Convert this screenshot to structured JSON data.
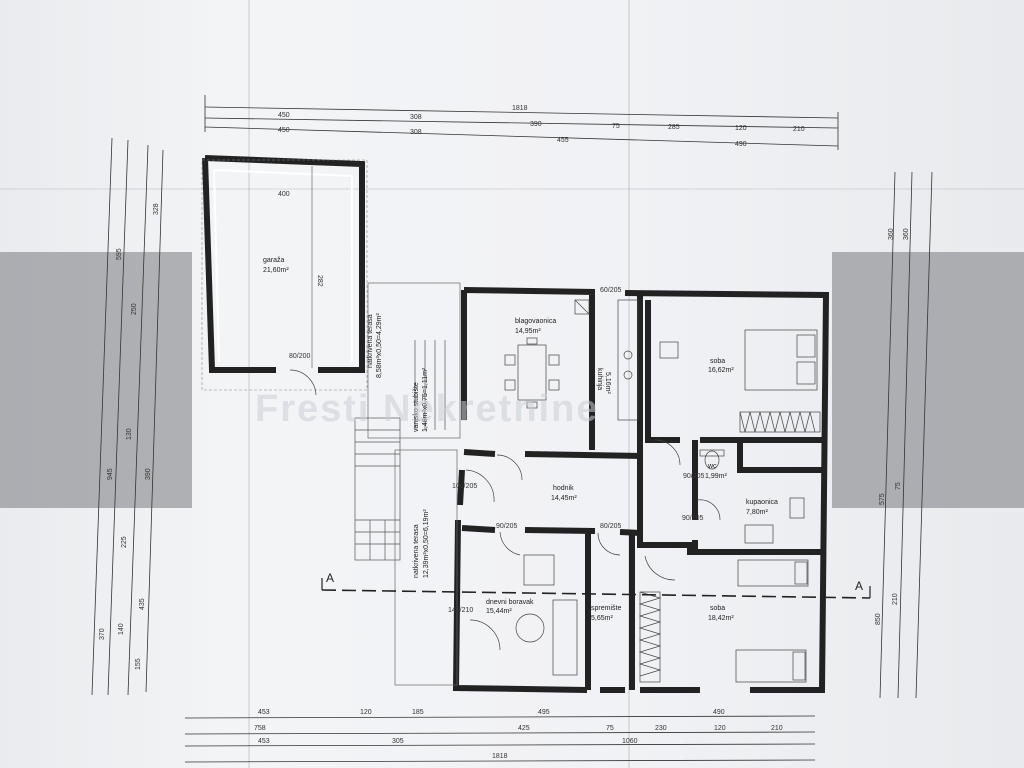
{
  "watermark": "Fresti Nekretnine",
  "rooms": {
    "garage": {
      "name": "garaža",
      "area": "21,60m²",
      "inner_dim": "400",
      "door_dim": "282"
    },
    "dining": {
      "name": "blagovaonica",
      "area": "14,95m²"
    },
    "kitchen": {
      "name": "kuhinja",
      "area": "5,16m²"
    },
    "bedroom1": {
      "name": "soba",
      "area": "16,62m²"
    },
    "hall": {
      "name": "hodnik",
      "area": "14,45m²"
    },
    "wc": {
      "name": "wc",
      "area": "1,99m²"
    },
    "bathroom": {
      "name": "kupaonica",
      "area": "7,80m²"
    },
    "living": {
      "name": "dnevni boravak",
      "area": "15,44m²"
    },
    "storage": {
      "name": "spremište",
      "area": "5,65m²"
    },
    "bedroom2": {
      "name": "soba",
      "area": "18,42m²"
    },
    "terrace_top": {
      "name": "natkrivena terasa",
      "area": "8,58m²x0,50=4,29m²"
    },
    "stairs": {
      "name": "vanjsko stubište",
      "area": "1,48m²x0,75=1,11m²"
    },
    "terrace_bottom": {
      "name": "natkrivena terasa",
      "area": "12,39m²x0,50=6,19m²"
    }
  },
  "dimensions": {
    "top_total": "1818",
    "top_row2": [
      "450",
      "308",
      "390",
      "75",
      "285",
      "120",
      "210"
    ],
    "top_row3": [
      "450",
      "308",
      "455",
      "490"
    ],
    "bottom_row1": [
      "453",
      "120",
      "185",
      "495",
      "490"
    ],
    "bottom_row2": [
      "758",
      "425",
      "75",
      "230",
      "120",
      "210"
    ],
    "bottom_row3": [
      "453",
      "305",
      "1060"
    ],
    "bottom_total": "1818",
    "left_col1": [
      "370",
      "945"
    ],
    "left_col2": [
      "140",
      "225",
      "130",
      "250",
      "595"
    ],
    "left_col3": [
      "155",
      "435",
      "390",
      "328"
    ],
    "right_col1": [
      "360",
      "360",
      "850"
    ],
    "right_col2": [
      "575",
      "75",
      "210"
    ]
  },
  "section_markers": {
    "left": "A",
    "right": "A"
  },
  "door_labels": [
    "100/205",
    "90/205",
    "80/205",
    "90/205",
    "90/205",
    "140/210",
    "80/200",
    "60/205"
  ]
}
